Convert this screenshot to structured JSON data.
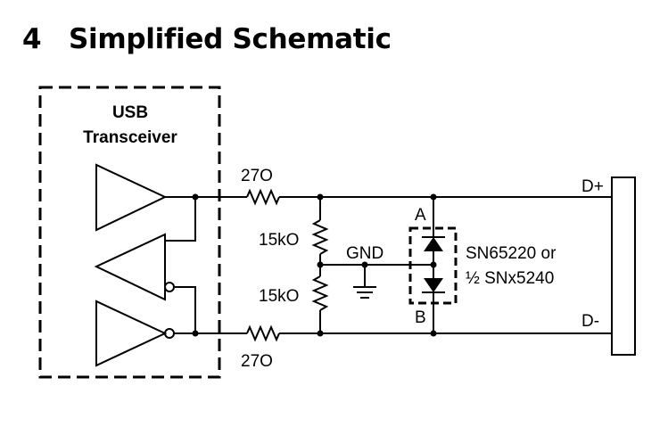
{
  "section": {
    "number": "4",
    "title": "Simplified Schematic"
  },
  "transceiver": {
    "line1": "USB",
    "line2": "Transceiver"
  },
  "resistors": {
    "series_top": "27O",
    "series_bottom": "27O",
    "pull_top": "15kO",
    "pull_bottom": "15kO"
  },
  "ground": {
    "label": "GND"
  },
  "protection": {
    "pin_a": "A",
    "pin_b": "B",
    "line1": "SN65220 or",
    "line2": "½ SNx5240"
  },
  "connector": {
    "d_plus": "D+",
    "d_minus": "D-"
  }
}
